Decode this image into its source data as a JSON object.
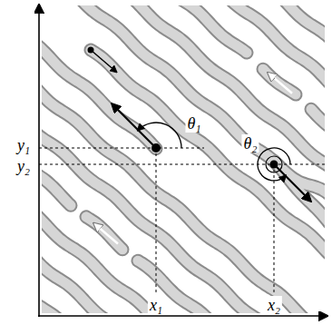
{
  "diagram": {
    "labels": [
      "y₁",
      "y₂",
      "x₁",
      "x₂",
      "θ₁",
      "θ₂"
    ]
  }
}
